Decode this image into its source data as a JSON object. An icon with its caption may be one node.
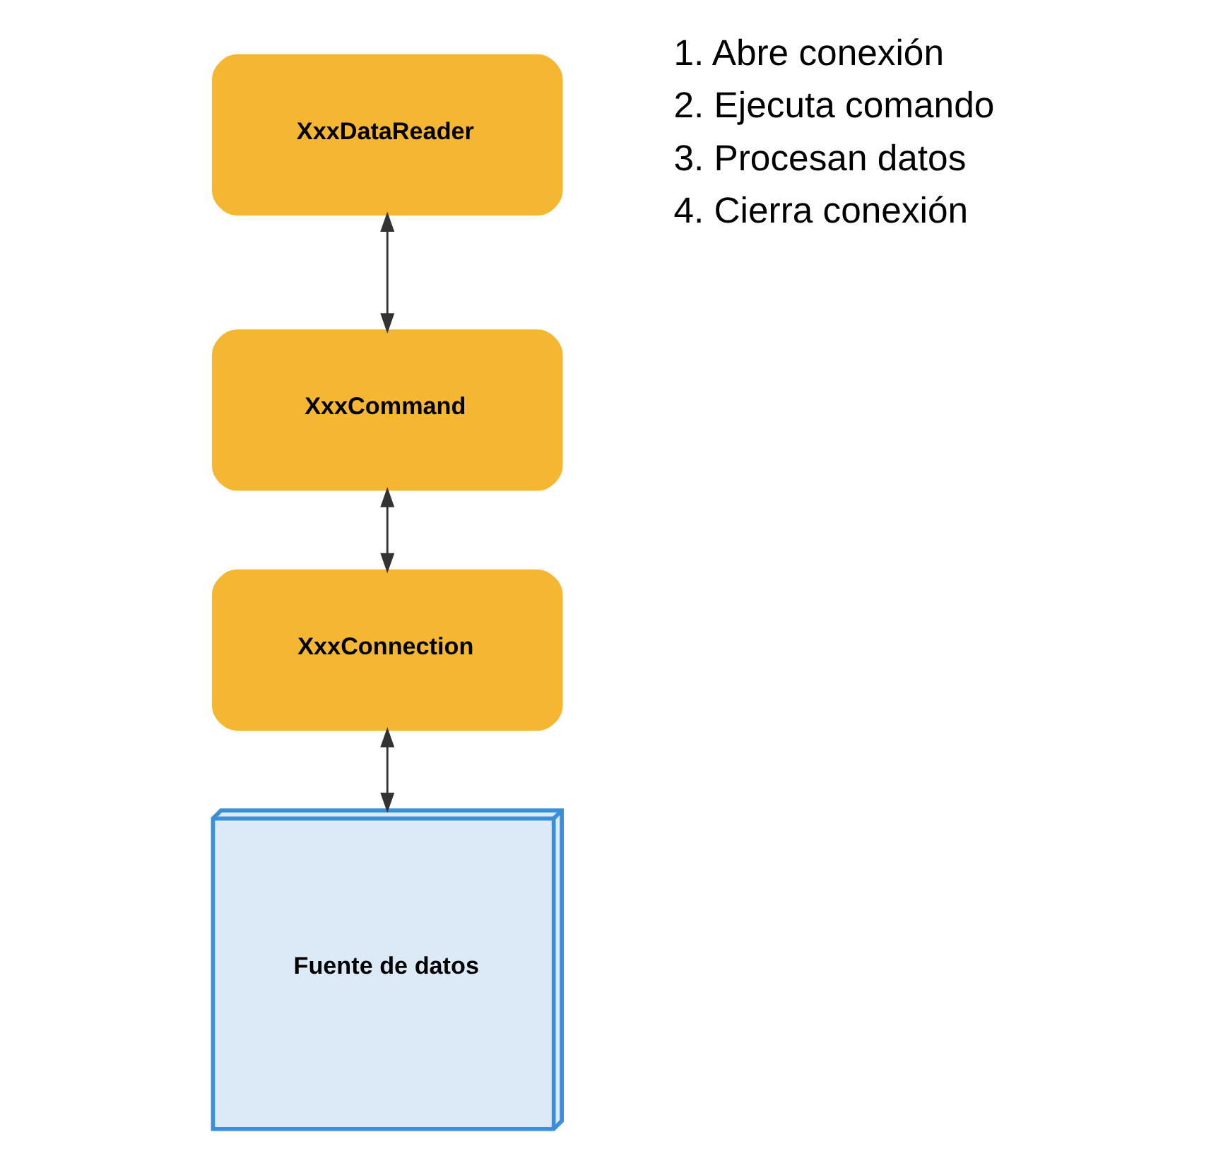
{
  "diagram": {
    "nodes": [
      {
        "text": [
          "XxxDataReader"
        ]
      },
      {
        "text": [
          "XxxCommand"
        ]
      },
      {
        "text": [
          "XxxConnection"
        ]
      },
      {
        "text": [
          "Fuente de datos"
        ]
      }
    ],
    "edges": [
      {
        "from": 0,
        "to": 1,
        "arrow": "both"
      },
      {
        "from": 1,
        "to": 2,
        "arrow": "both"
      },
      {
        "from": 2,
        "to": 3,
        "arrow": "both"
      }
    ],
    "labels": [
      "1. Abre conexión",
      "2. Ejecuta comando",
      "3. Procesan datos",
      "4. Cierra conexión"
    ]
  }
}
